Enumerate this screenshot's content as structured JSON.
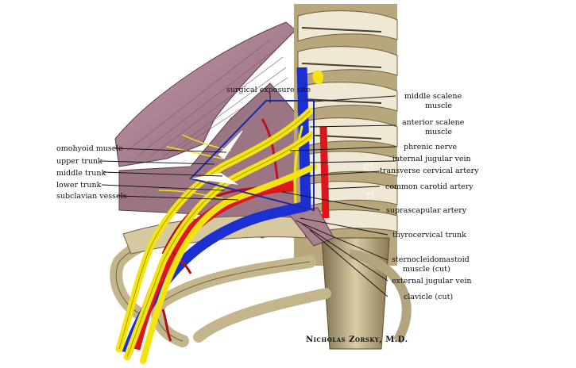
{
  "labels": {
    "surgical_exposure_site": "surgical exposure site",
    "omohyoid_muscle": "omohyoid muscle",
    "upper_trunk": "upper trunk",
    "middle_trunk": "middle trunk",
    "lower_trunk": "lower trunk",
    "subclavian_vessels": "subclavian vessels",
    "middle_scalene_line1": "middle scalene",
    "middle_scalene_line2": "muscle",
    "anterior_scalene_line1": "anterior scalene",
    "anterior_scalene_line2": "muscle",
    "phrenic_nerve": "phrenic nerve",
    "internal_jugular_vein": "internal jugular vein",
    "transverse_cervical_artery": "transverse cervical artery",
    "common_carotid_artery": "common carotid artery",
    "suprascapular_artery": "suprascapular artery",
    "thyrocervical_trunk": "thyrocervical trunk",
    "sternocleidomastoid_line1": "sternocleidomastoid",
    "sternocleidomastoid_line2": "muscle (cut)",
    "external_jugular_vein": "external jugular vein",
    "clavicle_cut": "clavicle (cut)",
    "vertebra_c7": "C7",
    "vertebra_t1": "T1"
  },
  "credit": "Nicholas Zorsky, M.D.",
  "colors": {
    "artery": "#e0141b",
    "vein": "#1c2fd0",
    "nerve": "#f3e313",
    "muscle": "#b58a9c",
    "bone": "#cdbf95"
  }
}
